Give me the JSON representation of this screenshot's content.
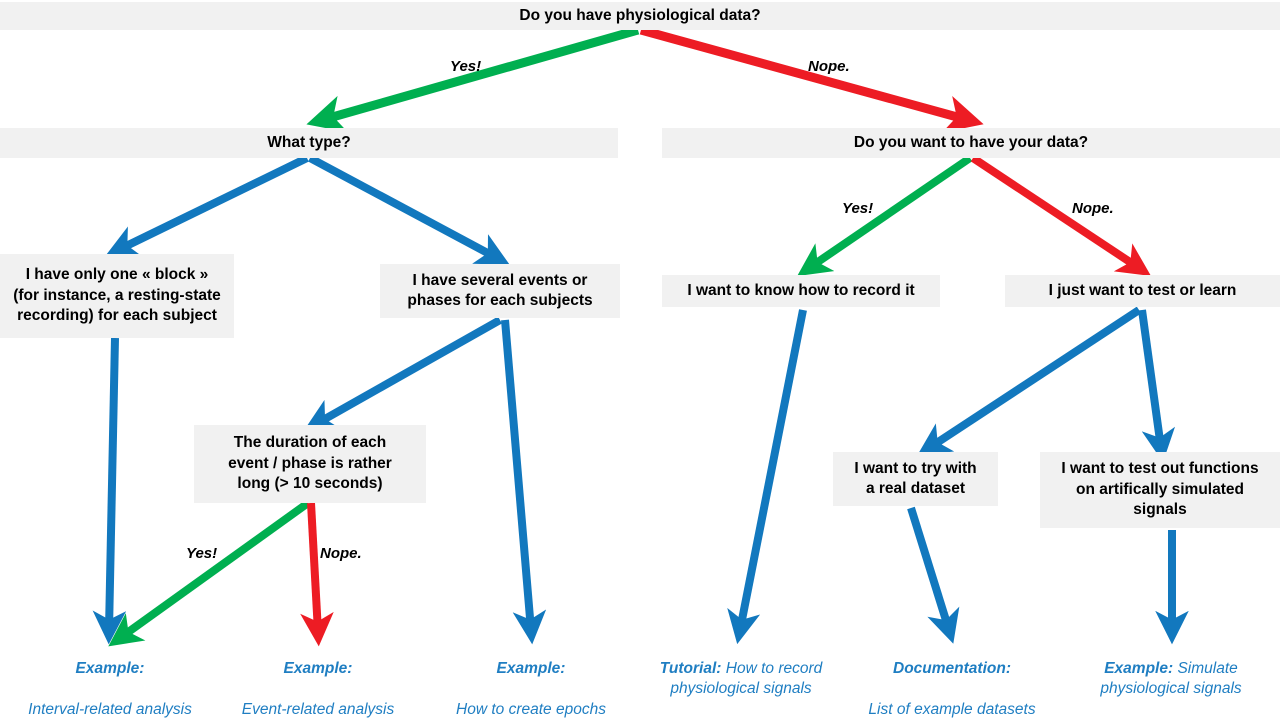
{
  "title": "Do you have physiological data?",
  "colors": {
    "yes_arrow": "#00AF50",
    "no_arrow": "#ED1C24",
    "neutral_arrow": "#1278BE",
    "node_bg": "#F1F1F1",
    "leaf_text": "#1F7EC2",
    "page_bg": "#FFFFFF"
  },
  "nodes": {
    "root": "Do you have physiological data?",
    "what_type": "What type?",
    "want_data": "Do you want to have your data?",
    "one_block": "I have only one « block »\n(for instance, a resting-state\nrecording) for each subject",
    "several_events": "I have several events or\nphases for each subjects",
    "duration": "The duration of each\nevent / phase is rather\nlong (> 10 seconds)",
    "know_record": "I want to know how to record it",
    "test_or_learn": "I just want to test or learn",
    "real_dataset": "I want to try with\na real dataset",
    "simulated_signals": "I want to test out functions\non artifically simulated\nsignals"
  },
  "edge_labels": {
    "root_yes": "Yes!",
    "root_no": "Nope.",
    "want_data_yes": "Yes!",
    "want_data_no": "Nope.",
    "duration_yes": "Yes!",
    "duration_no": "Nope."
  },
  "leaves": [
    {
      "kind": "Example:",
      "text": "Interval-related analysis",
      "layout": "two-line"
    },
    {
      "kind": "Example:",
      "text": "Event-related analysis",
      "layout": "two-line"
    },
    {
      "kind": "Example:",
      "text": "How to create epochs",
      "layout": "two-line"
    },
    {
      "kind": "Tutorial:",
      "text": "How to record\nphysiological signals",
      "layout": "inline"
    },
    {
      "kind": "Documentation:",
      "text": "List of example datasets",
      "layout": "two-line"
    },
    {
      "kind": "Example:",
      "text": "Simulate\nphysiological signals",
      "layout": "inline"
    }
  ]
}
